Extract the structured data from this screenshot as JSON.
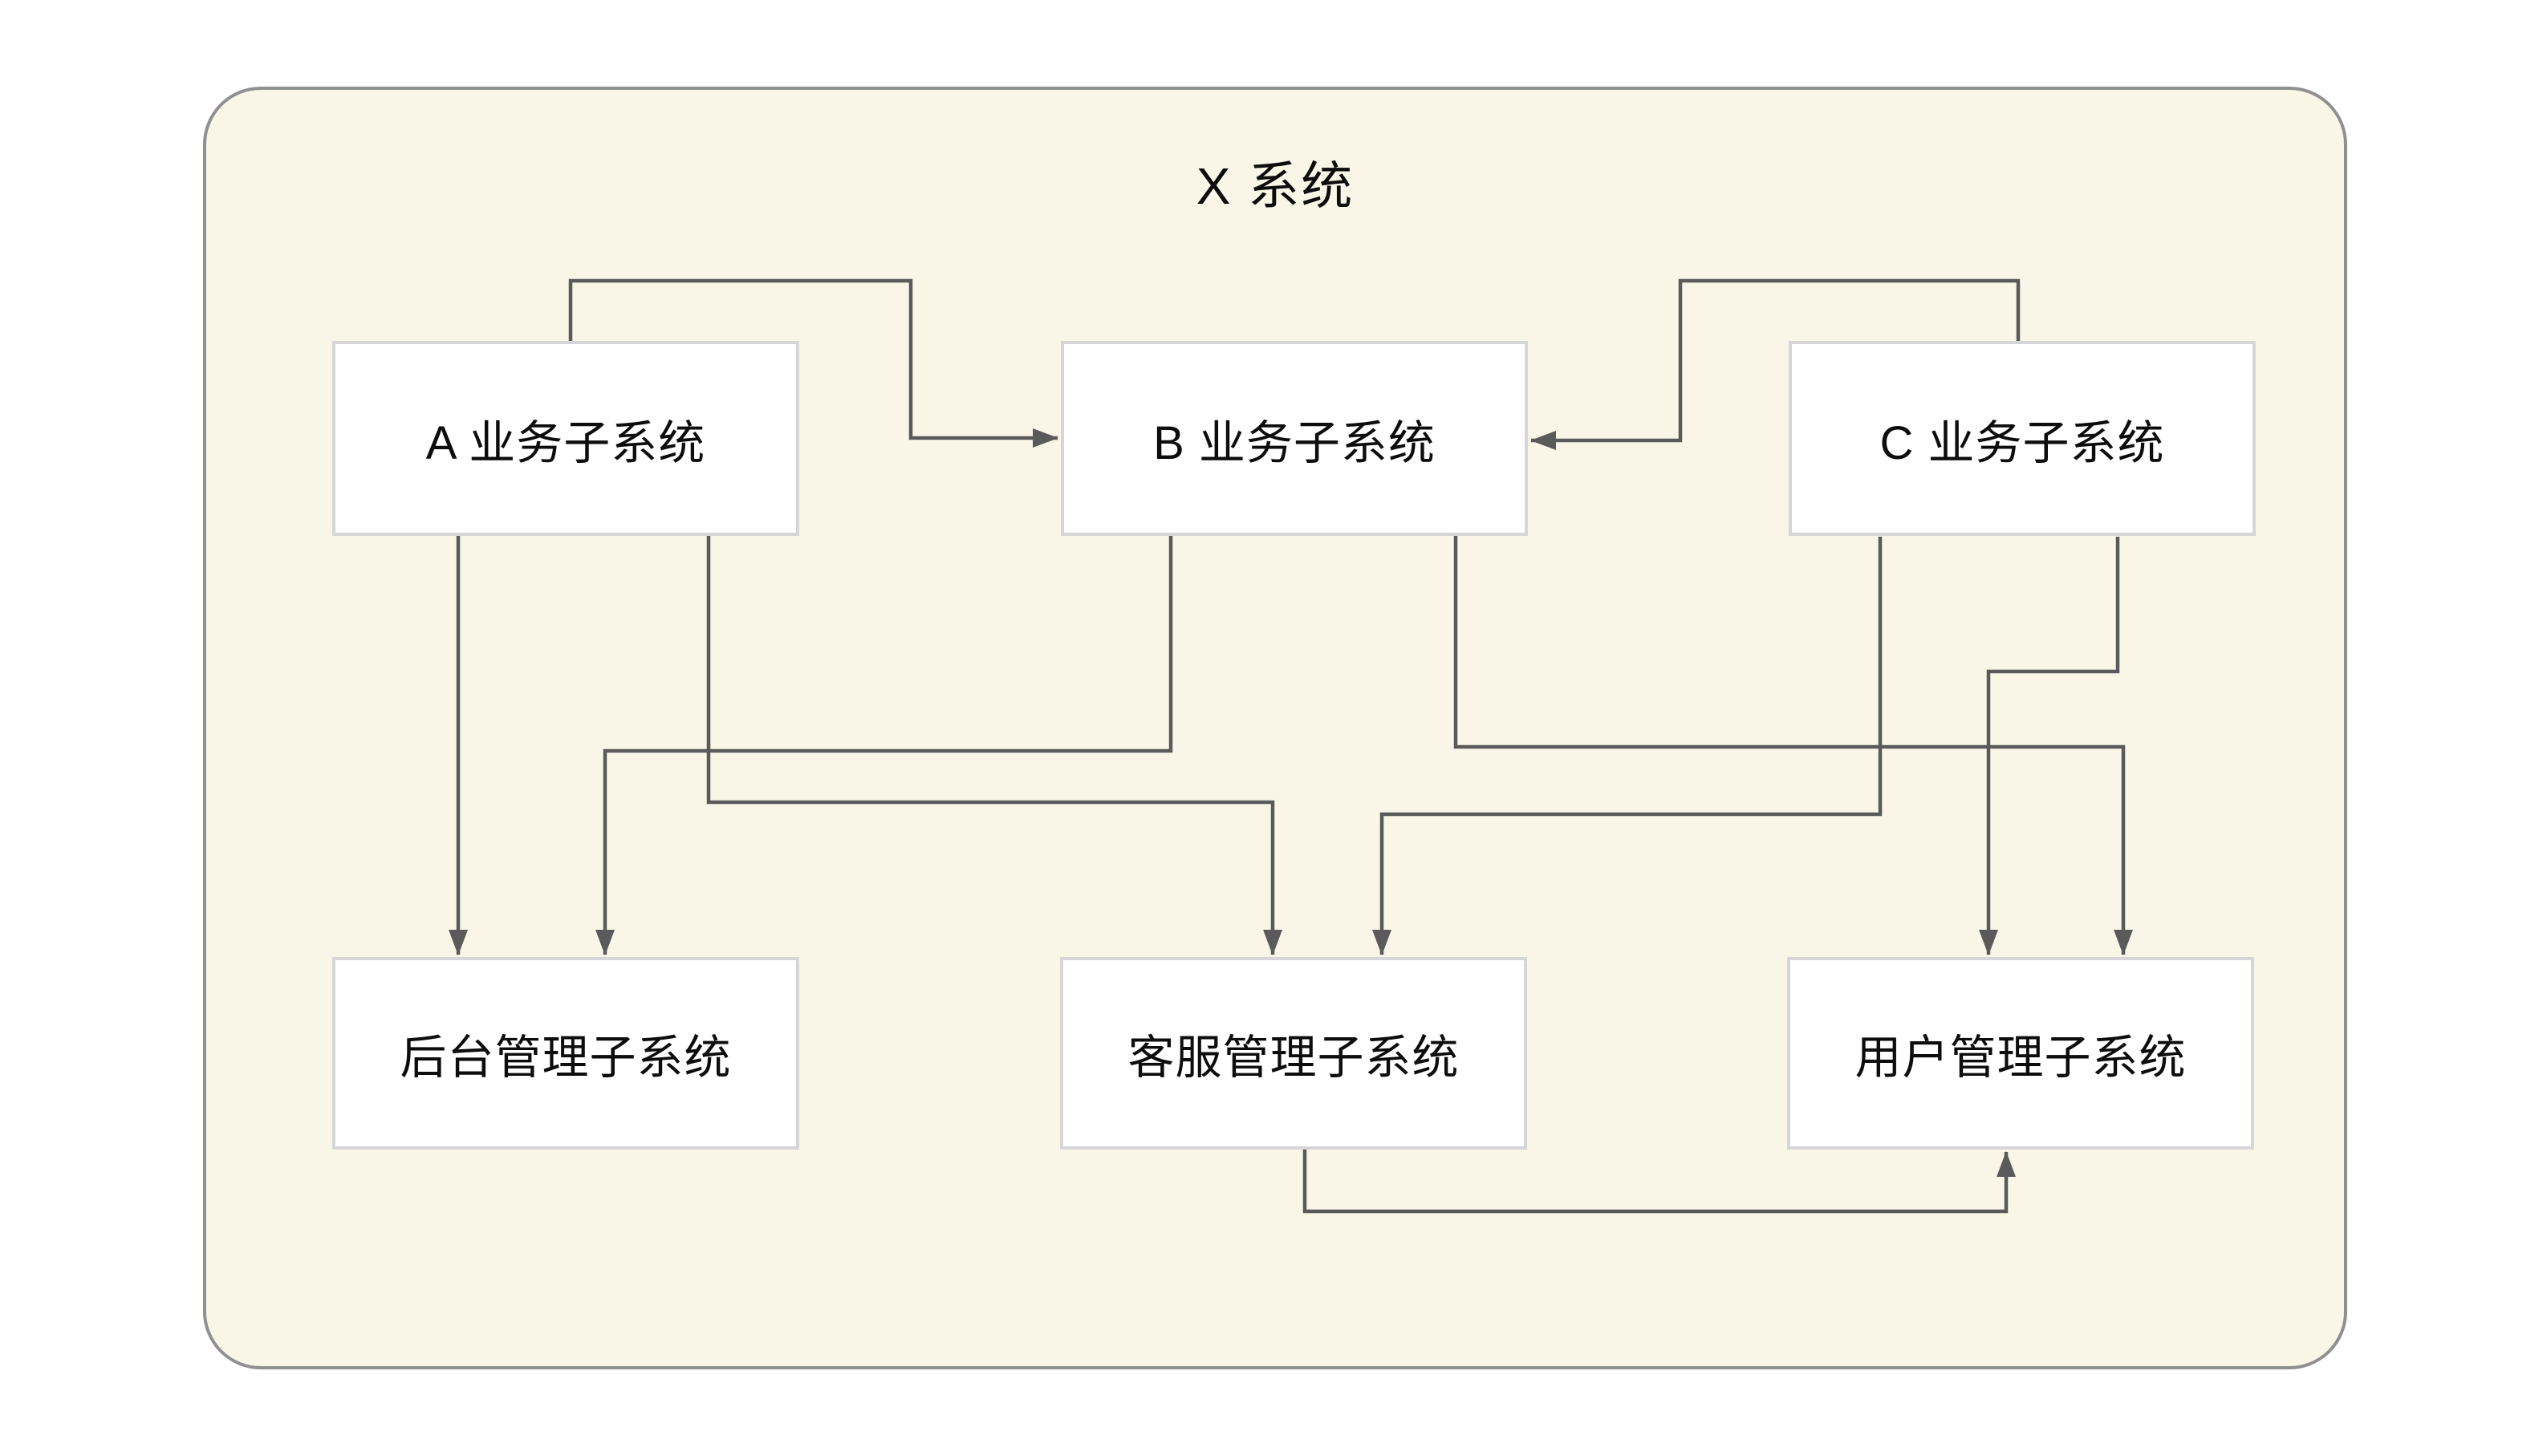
{
  "page": {
    "background": "#ffffff"
  },
  "diagram": {
    "title": "X 系统",
    "colors": {
      "container_fill": "#f9f6e8",
      "container_border": "#909090",
      "node_fill": "#ffffff",
      "node_border": "#d6d6d6",
      "connector": "#5a5a5a",
      "text": "#0d0d0d"
    },
    "nodes": [
      {
        "id": "a",
        "label": "A 业务子系统"
      },
      {
        "id": "b",
        "label": "B 业务子系统"
      },
      {
        "id": "c",
        "label": "C 业务子系统"
      },
      {
        "id": "backend",
        "label": "后台管理子系统"
      },
      {
        "id": "service",
        "label": "客服管理子系统"
      },
      {
        "id": "user",
        "label": "用户管理子系统"
      }
    ],
    "edges": [
      {
        "from": "A 业务子系统",
        "to": "B 业务子系统"
      },
      {
        "from": "C 业务子系统",
        "to": "B 业务子系统"
      },
      {
        "from": "A 业务子系统",
        "to": "后台管理子系统"
      },
      {
        "from": "B 业务子系统",
        "to": "后台管理子系统"
      },
      {
        "from": "A 业务子系统",
        "to": "客服管理子系统"
      },
      {
        "from": "C 业务子系统",
        "to": "客服管理子系统"
      },
      {
        "from": "B 业务子系统",
        "to": "用户管理子系统"
      },
      {
        "from": "C 业务子系统",
        "to": "用户管理子系统"
      },
      {
        "from": "客服管理子系统",
        "to": "用户管理子系统"
      }
    ]
  }
}
